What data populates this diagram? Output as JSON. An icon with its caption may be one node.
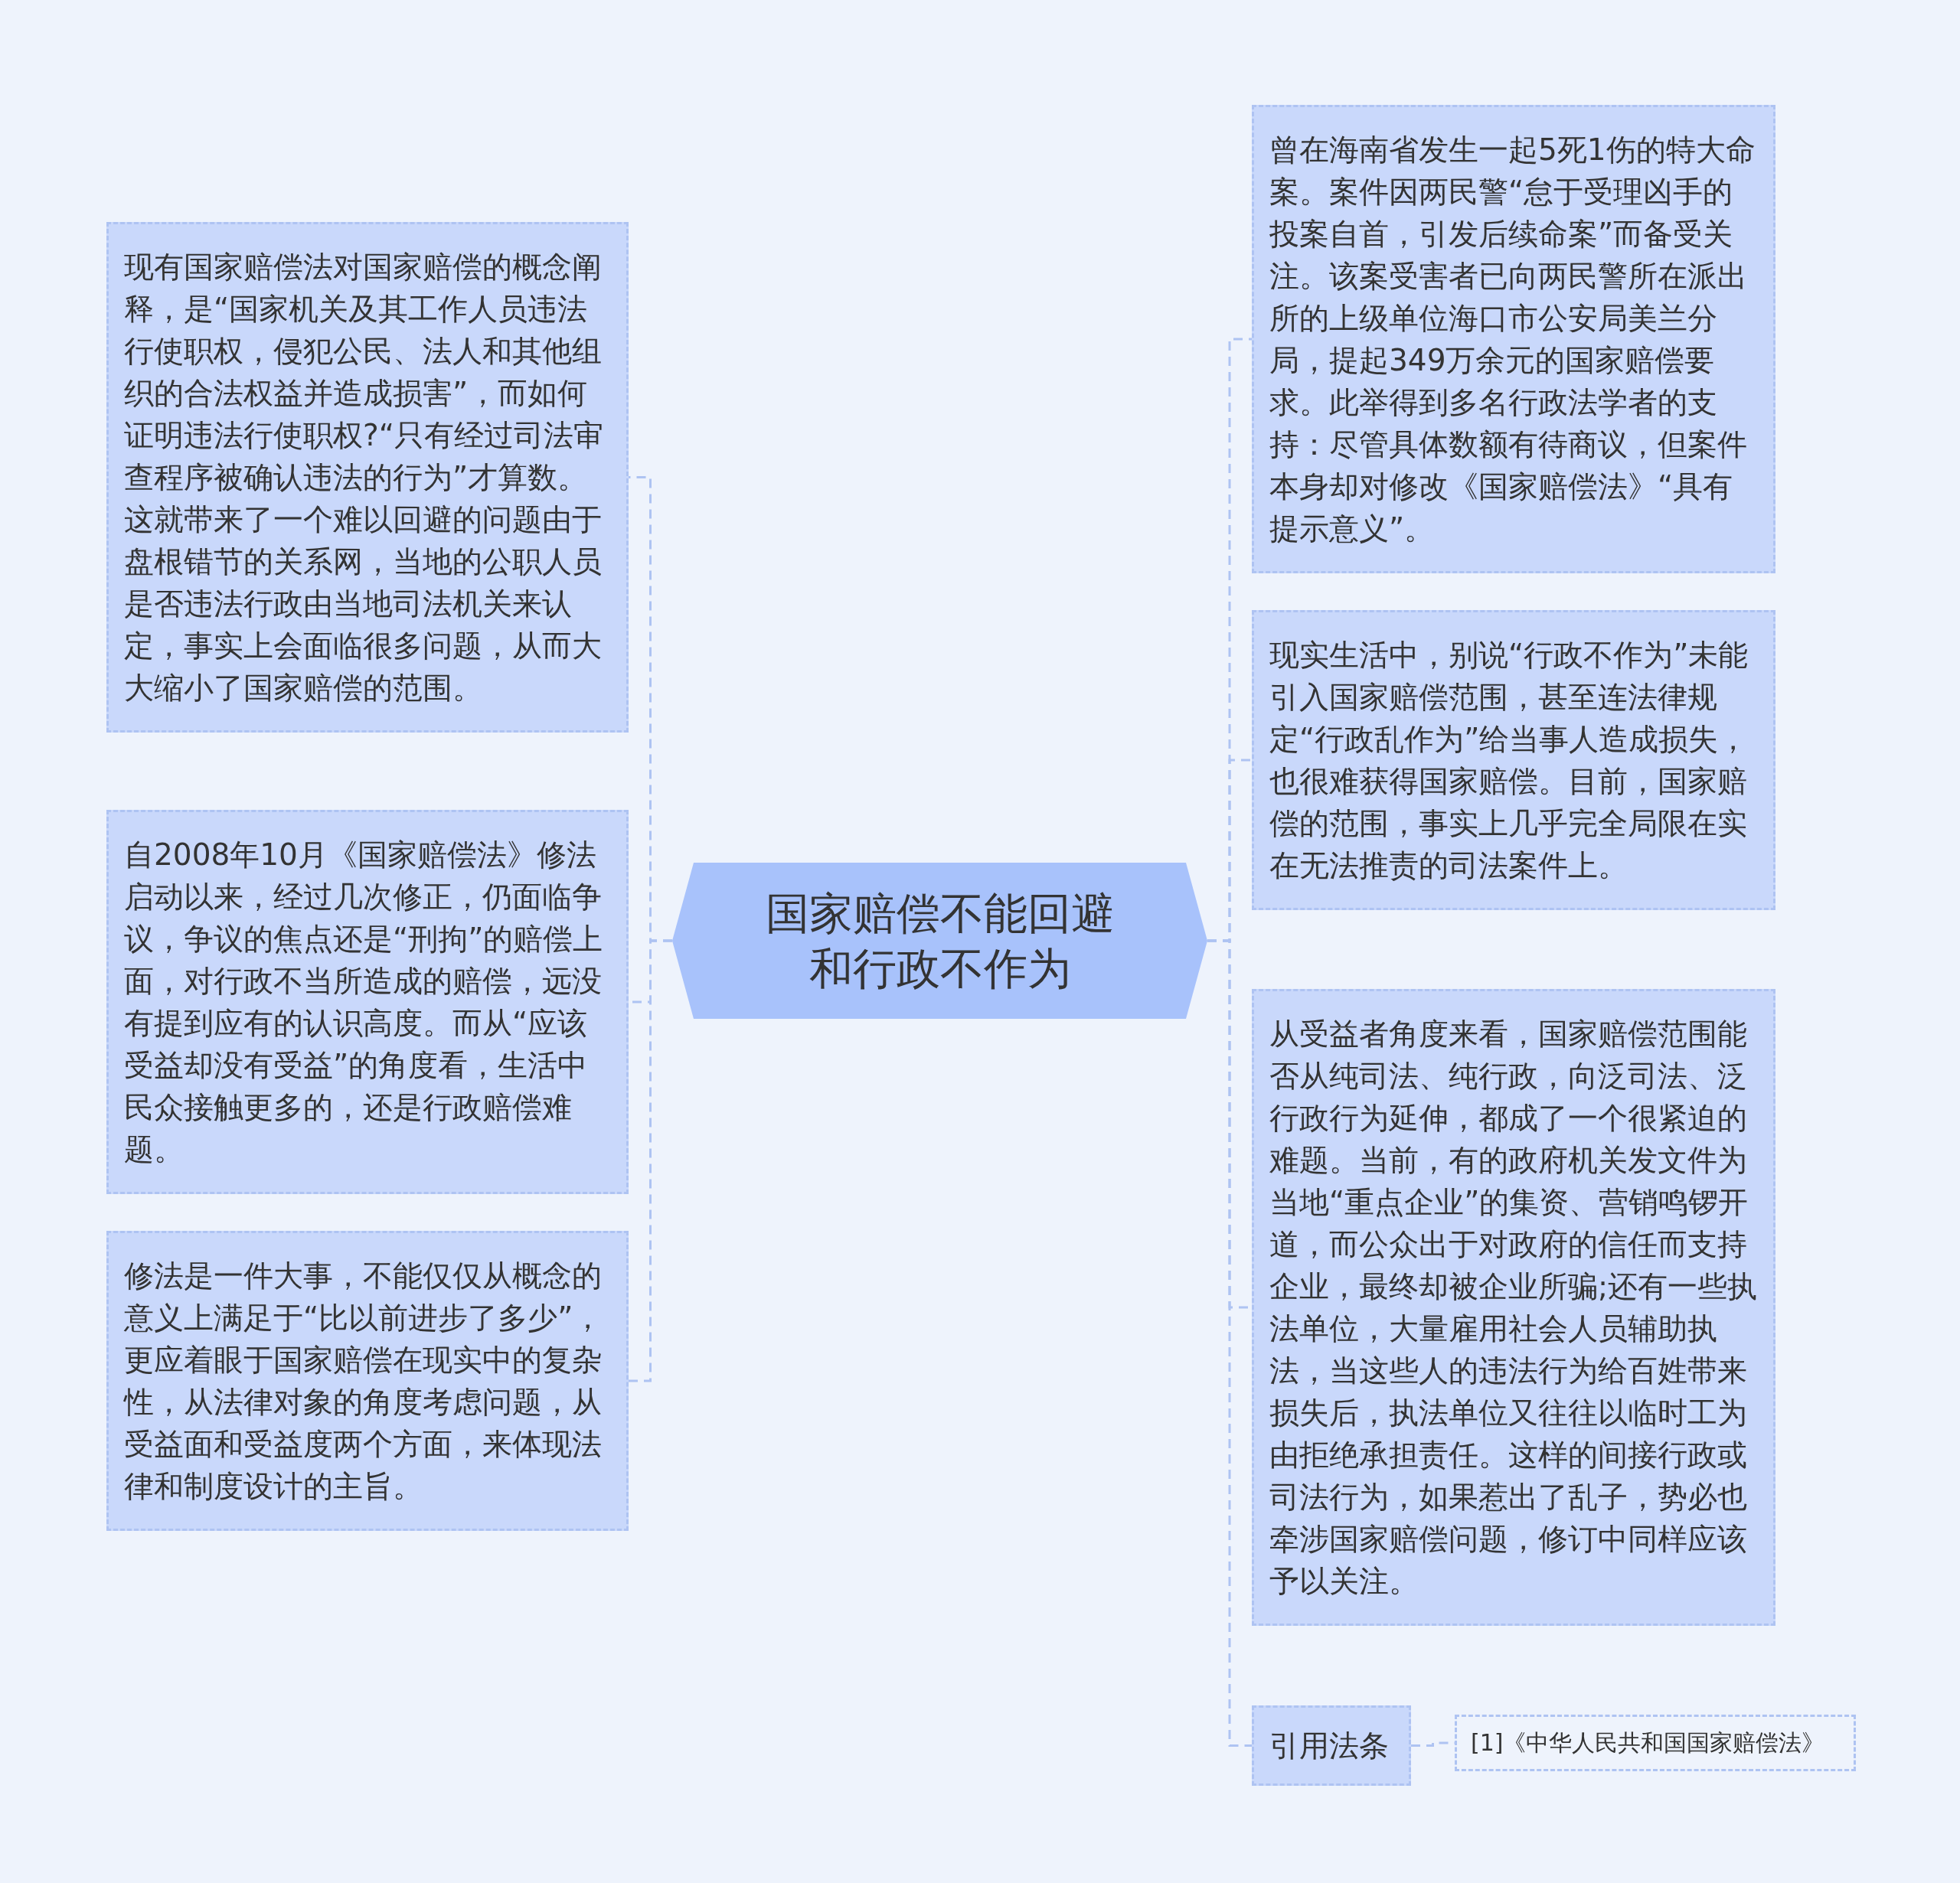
{
  "diagram": {
    "nodes": [
      {
        "text": [
          "国家赔偿不能回避和行政不作为"
        ]
      },
      {
        "text": [
          "现有国家赔偿法对国家赔偿的概念阐释，是“国家机关及其工作人员违法行使职权，侵犯公民、法人和其他组织的合法权益并造成损害”，而如何证明违法行使职权?“只有经过司法审查程序被确认违法的行为”才算数。这就带来了一个难以回避的问题由于盘根错节的关系网，当地的公职人员是否违法行政由当地司法机关来认定，事实上会面临很多问题，从而大大缩小了国家赔偿的范围。"
        ]
      },
      {
        "text": [
          "自2008年10月《国家赔偿法》修法启动以来，经过几次修正，仍面临争议，争议的焦点还是“刑拘”的赔偿上面，对行政不当所造成的赔偿，远没有提到应有的认识高度。而从“应该受益却没有受益”的角度看，生活中民众接触更多的，还是行政赔偿难题。"
        ]
      },
      {
        "text": [
          "修法是一件大事，不能仅仅从概念的意义上满足于“比以前进步了多少”，更应着眼于国家赔偿在现实中的复杂性，从法律对象的角度考虑问题，从受益面和受益度两个方面，来体现法律和制度设计的主旨。"
        ]
      },
      {
        "text": [
          "曾在海南省发生一起5死1伤的特大命案。案件因两民警“怠于受理凶手的投案自首，引发后续命案”而备受关注。该案受害者已向两民警所在派出所的上级单位海口市公安局美兰分局，提起349万余元的国家赔偿要求。此举得到多名行政法学者的支持：尽管具体数额有待商议，但案件本身却对修改《国家赔偿法》“具有提示意义”。"
        ]
      },
      {
        "text": [
          "现实生活中，别说“行政不作为”未能引入国家赔偿范围，甚至连法律规定“行政乱作为”给当事人造成损失，也很难获得国家赔偿。目前，国家赔偿的范围，事实上几乎完全局限在实在无法推责的司法案件上。"
        ]
      },
      {
        "text": [
          "从受益者角度来看，国家赔偿范围能否从纯司法、纯行政，向泛司法、泛行政行为延伸，都成了一个很紧迫的难题。当前，有的政府机关发文件为当地“重点企业”的集资、营销鸣锣开道，而公众出于对政府的信任而支持企业，最终却被企业所骗;还有一些执法单位，大量雇用社会人员辅助执法，当这些人的违法行为给百姓带来损失后，执法单位又往往以临时工为由拒绝承担责任。这样的间接行政或司法行为，如果惹出了乱子，势必也牵涉国家赔偿问题，修订中同样应该予以关注。"
        ]
      },
      {
        "text": [
          "引用法条"
        ]
      },
      {
        "text": [
          "[1]《中华人民共和国国家赔偿法》"
        ]
      }
    ],
    "edges": [
      {
        "from": 0,
        "to": 1,
        "arrow": "none",
        "style": "dashed"
      },
      {
        "from": 0,
        "to": 2,
        "arrow": "none",
        "style": "dashed"
      },
      {
        "from": 0,
        "to": 3,
        "arrow": "none",
        "style": "dashed"
      },
      {
        "from": 0,
        "to": 4,
        "arrow": "none",
        "style": "dashed"
      },
      {
        "from": 0,
        "to": 5,
        "arrow": "none",
        "style": "dashed"
      },
      {
        "from": 0,
        "to": 6,
        "arrow": "none",
        "style": "dashed"
      },
      {
        "from": 0,
        "to": 7,
        "arrow": "none",
        "style": "dashed"
      },
      {
        "from": 7,
        "to": 8,
        "arrow": "none",
        "style": "dashed"
      }
    ]
  }
}
